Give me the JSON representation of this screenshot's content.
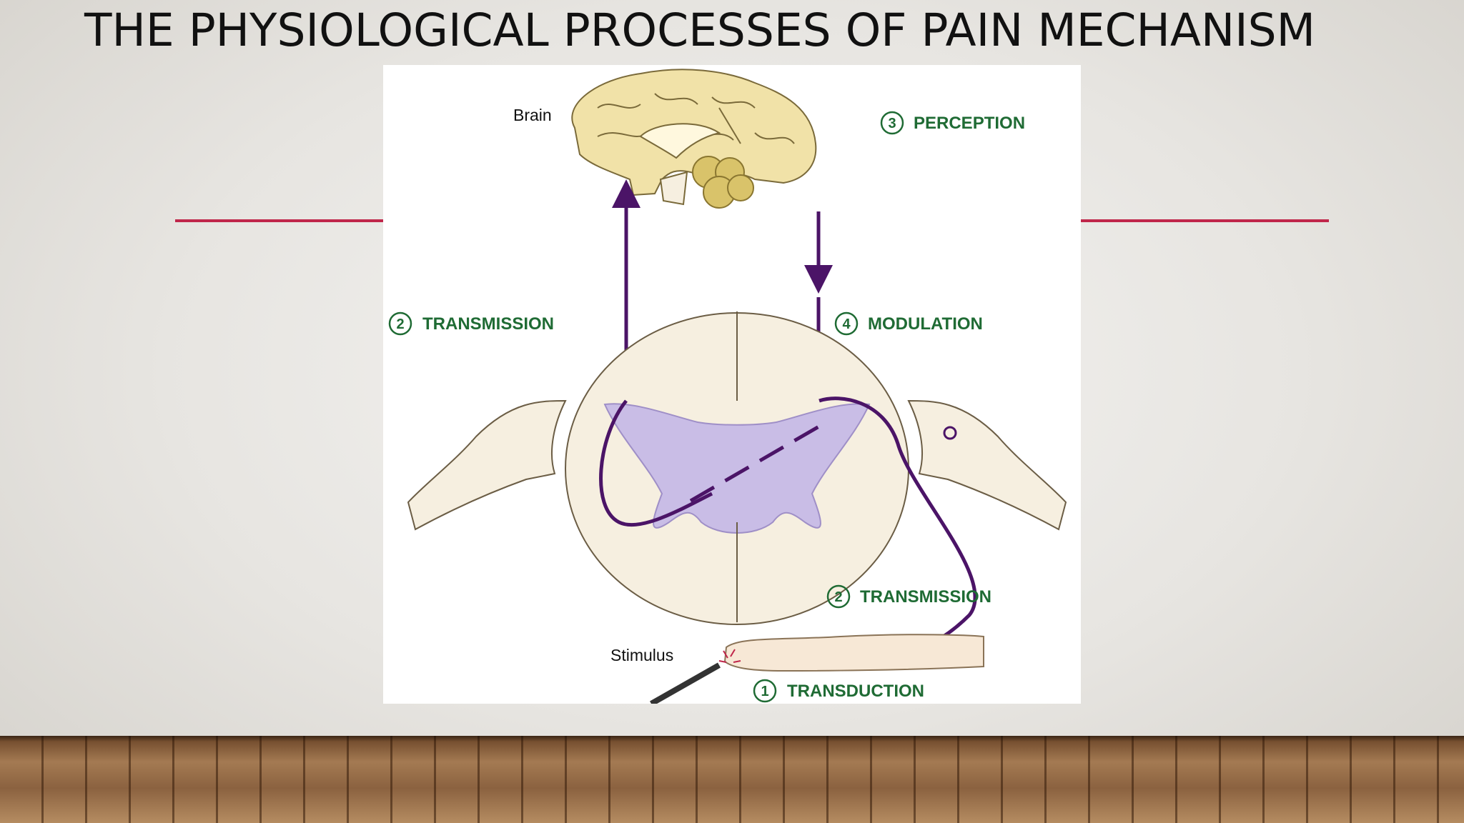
{
  "slide": {
    "title": "THE PHYSIOLOGICAL PROCESSES OF PAIN MECHANISM"
  },
  "diagram": {
    "brain_label": "Brain",
    "stimulus_label": "Stimulus",
    "steps": [
      {
        "number": "1",
        "label": "TRANSDUCTION"
      },
      {
        "number": "2",
        "label": "TRANSMISSION"
      },
      {
        "number": "3",
        "label": "PERCEPTION"
      },
      {
        "number": "4",
        "label": "MODULATION"
      },
      {
        "number": "2",
        "label": "TRANSMISSION"
      }
    ]
  },
  "colors": {
    "accent_line": "#c0264a",
    "pathway": "#4b1467",
    "step_label": "#1f6b34",
    "gray_matter": "#c9bde6",
    "brain": "#f1e2a8",
    "cord": "#f6efe0"
  }
}
